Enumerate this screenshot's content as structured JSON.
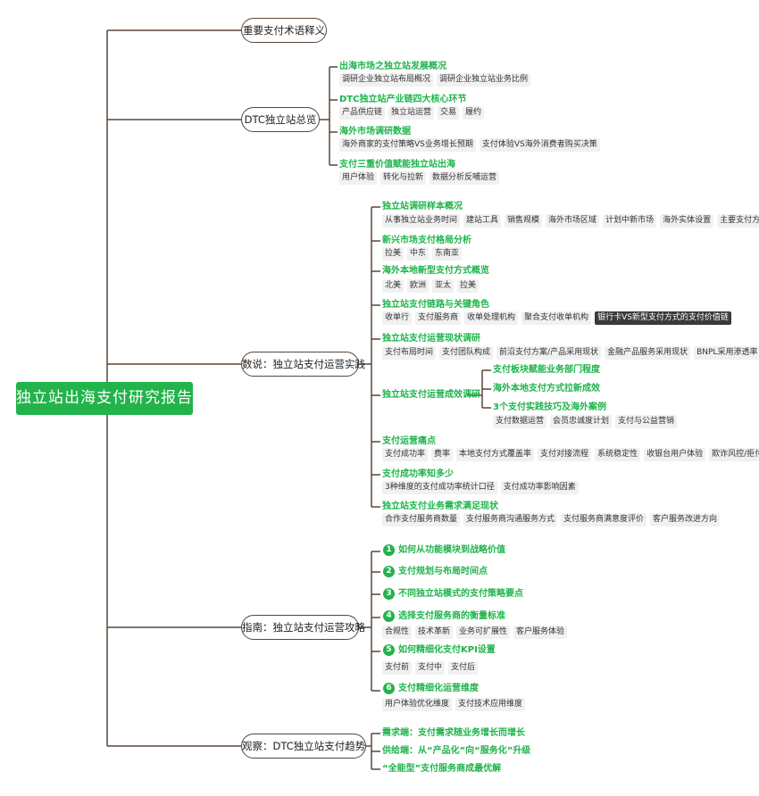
{
  "root": "独立站出海支付研究报告",
  "branches": [
    {
      "label": "重要支付术语释义"
    },
    {
      "label": "DTC独立站总览",
      "children": [
        {
          "title": "出海市场之独立站发展概况",
          "tags": [
            "调研企业独立站布局概况",
            "调研企业独立站业务比例"
          ]
        },
        {
          "title": "DTC独立站产业链四大核心环节",
          "tags": [
            "产品供应链",
            "独立站运营",
            "交易",
            "履约"
          ]
        },
        {
          "title": "海外市场调研数据",
          "tags": [
            "海外商家的支付策略VS业务增长预期",
            "支付体验VS海外消费者购买决策"
          ]
        },
        {
          "title": "支付三重价值赋能独立站出海",
          "tags": [
            "用户体验",
            "转化与拉新",
            "数据分析反哺运营"
          ]
        }
      ]
    },
    {
      "label": "数说：独立站支付运营实践",
      "children": [
        {
          "title": "独立站调研样本概况",
          "tags": [
            "从事独立站业务时间",
            "建站工具",
            "销售规模",
            "海外市场区域",
            "计划中新市场",
            "海外实体设置",
            "主要支付方式/渠道"
          ]
        },
        {
          "title": "新兴市场支付格局分析",
          "tags": [
            "拉美",
            "中东",
            "东南亚"
          ]
        },
        {
          "title": "海外本地新型支付方式概览",
          "tags": [
            "北美",
            "欧洲",
            "亚太",
            "拉美"
          ]
        },
        {
          "title": "独立站支付链路与关键角色",
          "tags": [
            "收单行",
            "支付服务商",
            "收单处理机构",
            "聚合支付收单机构"
          ],
          "dark_tag": "银行卡VS新型支付方式的支付价值链"
        },
        {
          "title": "独立站支付运营现状调研",
          "tags": [
            "支付布局时间",
            "支付团队构成",
            "前沿支付方案/产品采用现状",
            "金融产品服务采用现状",
            "BNPL采用渗透率"
          ]
        },
        {
          "title": "独立站支付运营成效调研",
          "sub": [
            {
              "title": "支付板块赋能业务部门程度"
            },
            {
              "title": "海外本地支付方式拉新成效"
            },
            {
              "title": "3个支付实践技巧及海外案例",
              "tags": [
                "支付数据运营",
                "会员忠诚度计划",
                "支付与公益营销"
              ]
            }
          ]
        },
        {
          "title": "支付运营痛点",
          "tags": [
            "支付成功率",
            "费率",
            "本地支付方式覆盖率",
            "支付对接流程",
            "系统稳定性",
            "收银台用户体验",
            "欺诈风控/拒付问题"
          ]
        },
        {
          "title": "支付成功率知多少",
          "tags": [
            "3种维度的支付成功率统计口径",
            "支付成功率影响因素"
          ]
        },
        {
          "title": "独立站支付业务需求满足现状",
          "tags": [
            "合作支付服务商数量",
            "支付服务商沟通服务方式",
            "支付服务商满意度评价",
            "客户服务改进方向"
          ]
        }
      ]
    },
    {
      "label": "指南：独立站支付运营攻略",
      "children": [
        {
          "num": "1",
          "title": "如何从功能模块到战略价值"
        },
        {
          "num": "2",
          "title": "支付规划与布局时间点"
        },
        {
          "num": "3",
          "title": "不同独立站模式的支付策略要点"
        },
        {
          "num": "4",
          "title": "选择支付服务商的衡量标准",
          "tags": [
            "合规性",
            "技术革新",
            "业务可扩展性",
            "客户服务体验"
          ]
        },
        {
          "num": "5",
          "title": "如何精细化支付KPI设置",
          "tags": [
            "支付前",
            "支付中",
            "支付后"
          ]
        },
        {
          "num": "6",
          "title": "支付精细化运营维度",
          "tags": [
            "用户体验优化维度",
            "支付技术应用维度"
          ]
        }
      ]
    },
    {
      "label": "观察：DTC独立站支付趋势",
      "children": [
        {
          "title": "需求端：支付需求随业务增长而增长"
        },
        {
          "title": "供给端：从“产品化”向“服务化”升级"
        },
        {
          "title": "“全能型”支付服务商成最优解"
        }
      ]
    }
  ]
}
